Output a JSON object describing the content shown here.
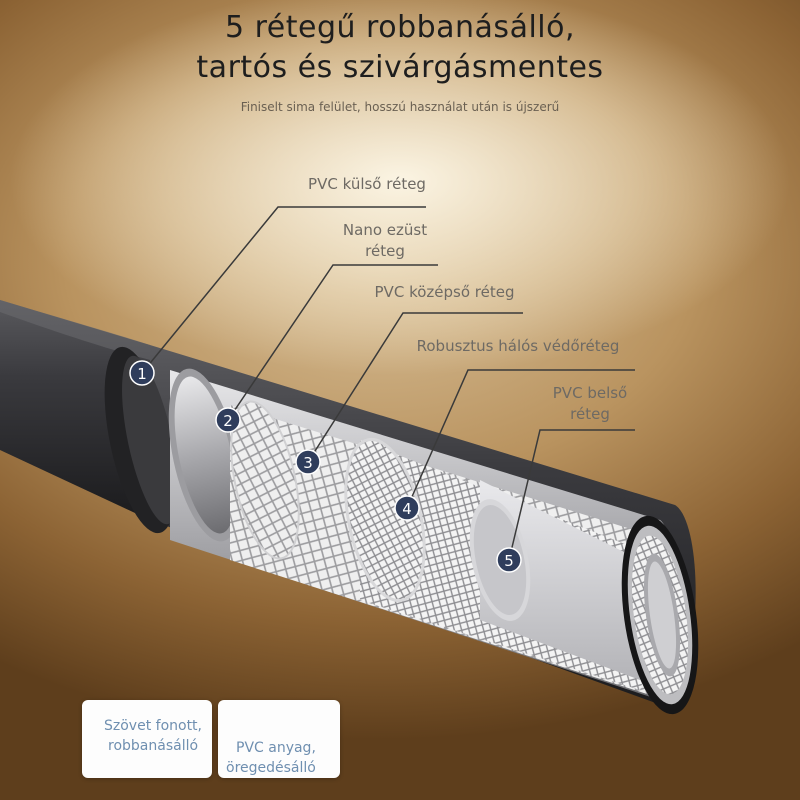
{
  "title": {
    "line1": "5 rétegű robbanásálló,",
    "line2": "tartós és szivárgásmentes"
  },
  "subtitle": "Finiselt sima felület, hosszú használat után is újszerű",
  "layers": [
    {
      "number": "1",
      "label_line1": "PVC külső réteg",
      "label_line2": ""
    },
    {
      "number": "2",
      "label_line1": "Nano ezüst",
      "label_line2": "réteg"
    },
    {
      "number": "3",
      "label_line1": "PVC középső réteg",
      "label_line2": ""
    },
    {
      "number": "4",
      "label_line1": "Robusztus hálós védőréteg",
      "label_line2": ""
    },
    {
      "number": "5",
      "label_line1": "PVC belső",
      "label_line2": "réteg"
    }
  ],
  "cards": [
    {
      "line1": "Szövet fonott,",
      "line2": "robbanásálló"
    },
    {
      "line1": "PVC anyag,",
      "line2": "öregedésálló"
    }
  ],
  "colors": {
    "badge": "#2f3d5c",
    "outer_layer": "#2b2b2d",
    "card_text": "#6f8fb0"
  }
}
